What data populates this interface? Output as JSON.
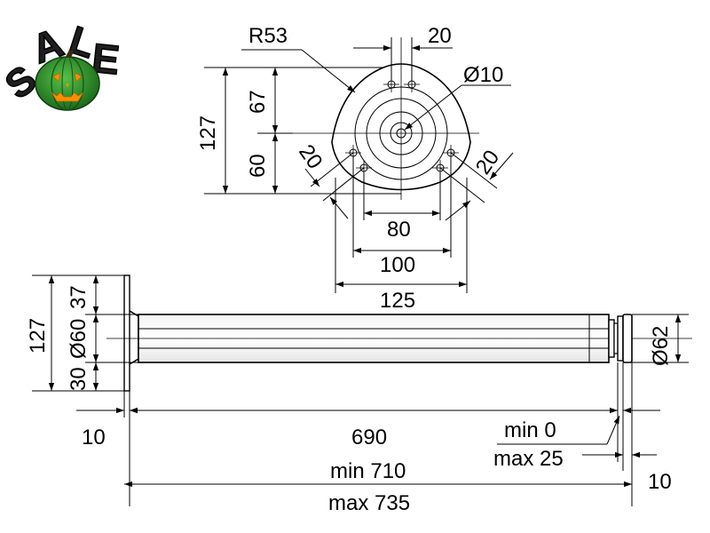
{
  "badge": {
    "text": "SALE",
    "icon": "pumpkin-icon",
    "colors": {
      "letters": "#1f1f1f",
      "pumpkin": "#2f9a2c",
      "pumpkin_dark": "#1d6b1b",
      "glow": "#ff8c00"
    }
  },
  "plate_view": {
    "radius_label": "R53",
    "hole_spacing_top": "20",
    "hole_diameter": "Ø10",
    "height_total": "127",
    "height_upper": "67",
    "height_lower": "60",
    "spacing_left_diag": "20",
    "spacing_right_diag": "20",
    "width_80": "80",
    "width_100": "100",
    "width_125": "125"
  },
  "side_view": {
    "height_total": "127",
    "height_top": "37",
    "tube_diameter": "Ø60",
    "height_bottom": "30",
    "foot_diameter": "Ø62",
    "offset_left": "10",
    "tube_length": "690",
    "adjust_min": "min 0",
    "adjust_max": "max 25",
    "offset_right": "10",
    "overall_min": "min 710",
    "overall_max": "max 735"
  }
}
